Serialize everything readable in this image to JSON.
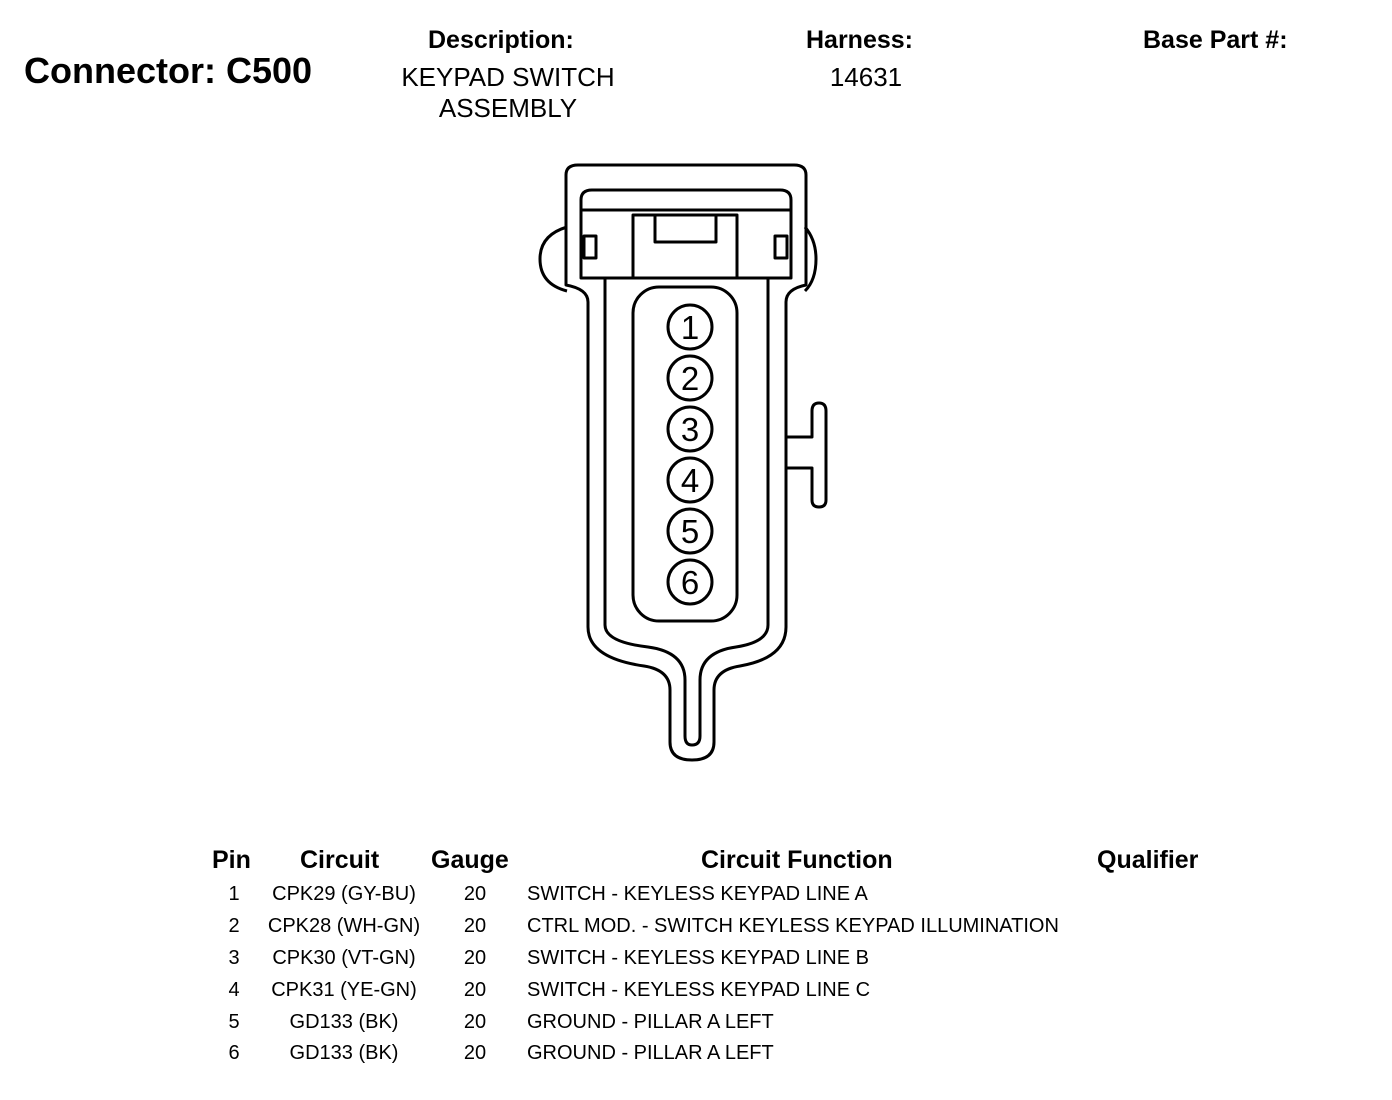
{
  "connector": {
    "label": "Connector: C500"
  },
  "header": {
    "description_label": "Description:",
    "description_line1": "KEYPAD SWITCH",
    "description_line2": "ASSEMBLY",
    "harness_label": "Harness:",
    "harness_value": "14631",
    "base_part_label": "Base Part #:"
  },
  "pins": [
    "1",
    "2",
    "3",
    "4",
    "5",
    "6"
  ],
  "table": {
    "headers": {
      "pin": "Pin",
      "circuit": "Circuit",
      "gauge": "Gauge",
      "function": "Circuit Function",
      "qualifier": "Qualifier"
    },
    "rows": [
      {
        "pin": "1",
        "circuit": "CPK29 (GY-BU)",
        "gauge": "20",
        "function": "SWITCH - KEYLESS KEYPAD LINE A"
      },
      {
        "pin": "2",
        "circuit": "CPK28 (WH-GN)",
        "gauge": "20",
        "function": "CTRL MOD. - SWITCH KEYLESS KEYPAD ILLUMINATION"
      },
      {
        "pin": "3",
        "circuit": "CPK30 (VT-GN)",
        "gauge": "20",
        "function": "SWITCH - KEYLESS KEYPAD LINE B"
      },
      {
        "pin": "4",
        "circuit": "CPK31 (YE-GN)",
        "gauge": "20",
        "function": "SWITCH - KEYLESS KEYPAD LINE C"
      },
      {
        "pin": "5",
        "circuit": "GD133 (BK)",
        "gauge": "20",
        "function": "GROUND - PILLAR A LEFT"
      },
      {
        "pin": "6",
        "circuit": "GD133 (BK)",
        "gauge": "20",
        "function": "GROUND - PILLAR A LEFT"
      }
    ]
  }
}
